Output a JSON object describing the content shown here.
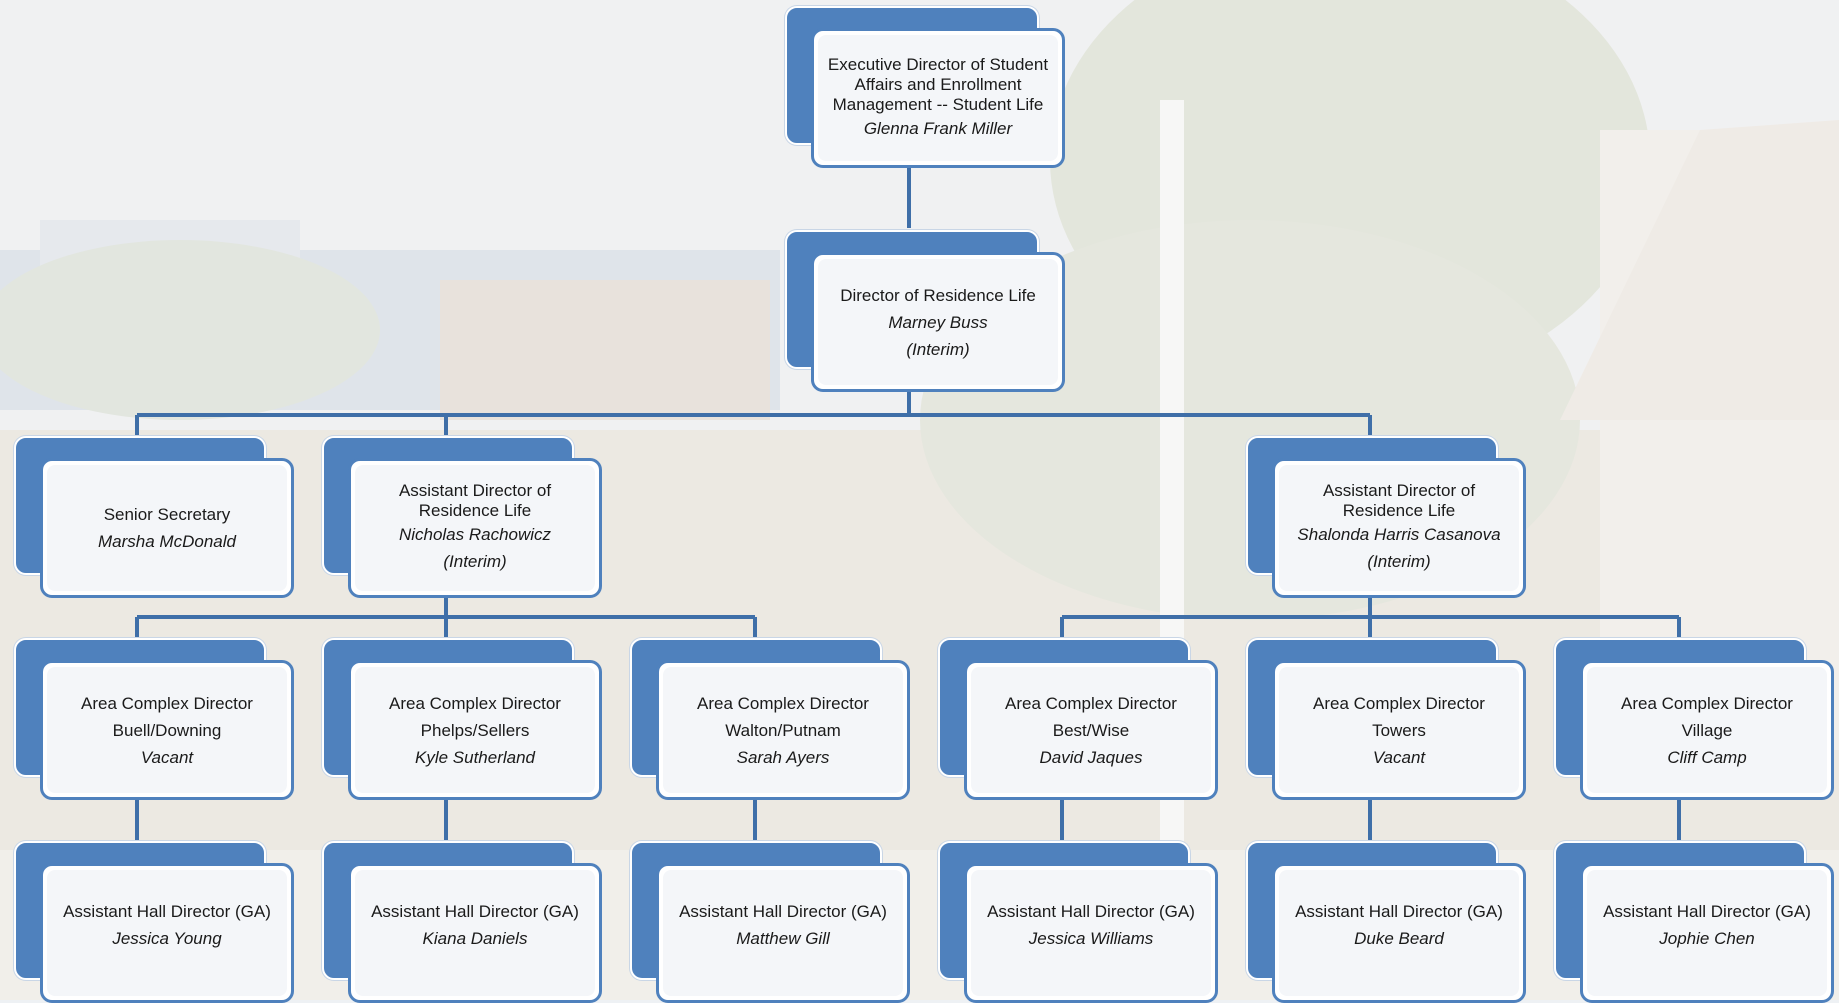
{
  "colors": {
    "box_blue": "#4f81bd",
    "line_blue": "#3f6fa8",
    "box_fill": "#f4f6f9"
  },
  "org": {
    "exec": {
      "title": "Executive Director of Student Affairs and Enrollment Management -- Student Life",
      "name": "Glenna Frank Miller"
    },
    "director": {
      "title": "Director of Residence Life",
      "name": "Marney Buss",
      "note": "(Interim)"
    },
    "secretary": {
      "title": "Senior Secretary",
      "name": "Marsha McDonald"
    },
    "asst1": {
      "title": "Assistant Director of Residence Life",
      "name": "Nicholas Rachowicz",
      "note": "(Interim)"
    },
    "asst2": {
      "title": "Assistant Director of Residence Life",
      "name": "Shalonda Harris Casanova",
      "note": "(Interim)"
    },
    "area_directors": [
      {
        "title": "Area Complex Director",
        "area": "Buell/Downing",
        "name": "Vacant"
      },
      {
        "title": "Area Complex Director",
        "area": "Phelps/Sellers",
        "name": "Kyle Sutherland"
      },
      {
        "title": "Area Complex Director",
        "area": "Walton/Putnam",
        "name": "Sarah Ayers"
      },
      {
        "title": "Area Complex Director",
        "area": "Best/Wise",
        "name": "David Jaques"
      },
      {
        "title": "Area Complex Director",
        "area": "Towers",
        "name": "Vacant"
      },
      {
        "title": "Area Complex Director",
        "area": "Village",
        "name": "Cliff Camp"
      }
    ],
    "hall_directors": [
      {
        "title": "Assistant Hall Director (GA)",
        "name": "Jessica Young"
      },
      {
        "title": "Assistant Hall Director (GA)",
        "name": "Kiana Daniels"
      },
      {
        "title": "Assistant Hall Director (GA)",
        "name": "Matthew Gill"
      },
      {
        "title": "Assistant Hall Director (GA)",
        "name": "Jessica Williams"
      },
      {
        "title": "Assistant Hall Director (GA)",
        "name": "Duke Beard"
      },
      {
        "title": "Assistant Hall Director (GA)",
        "name": "Jophie Chen"
      }
    ]
  }
}
